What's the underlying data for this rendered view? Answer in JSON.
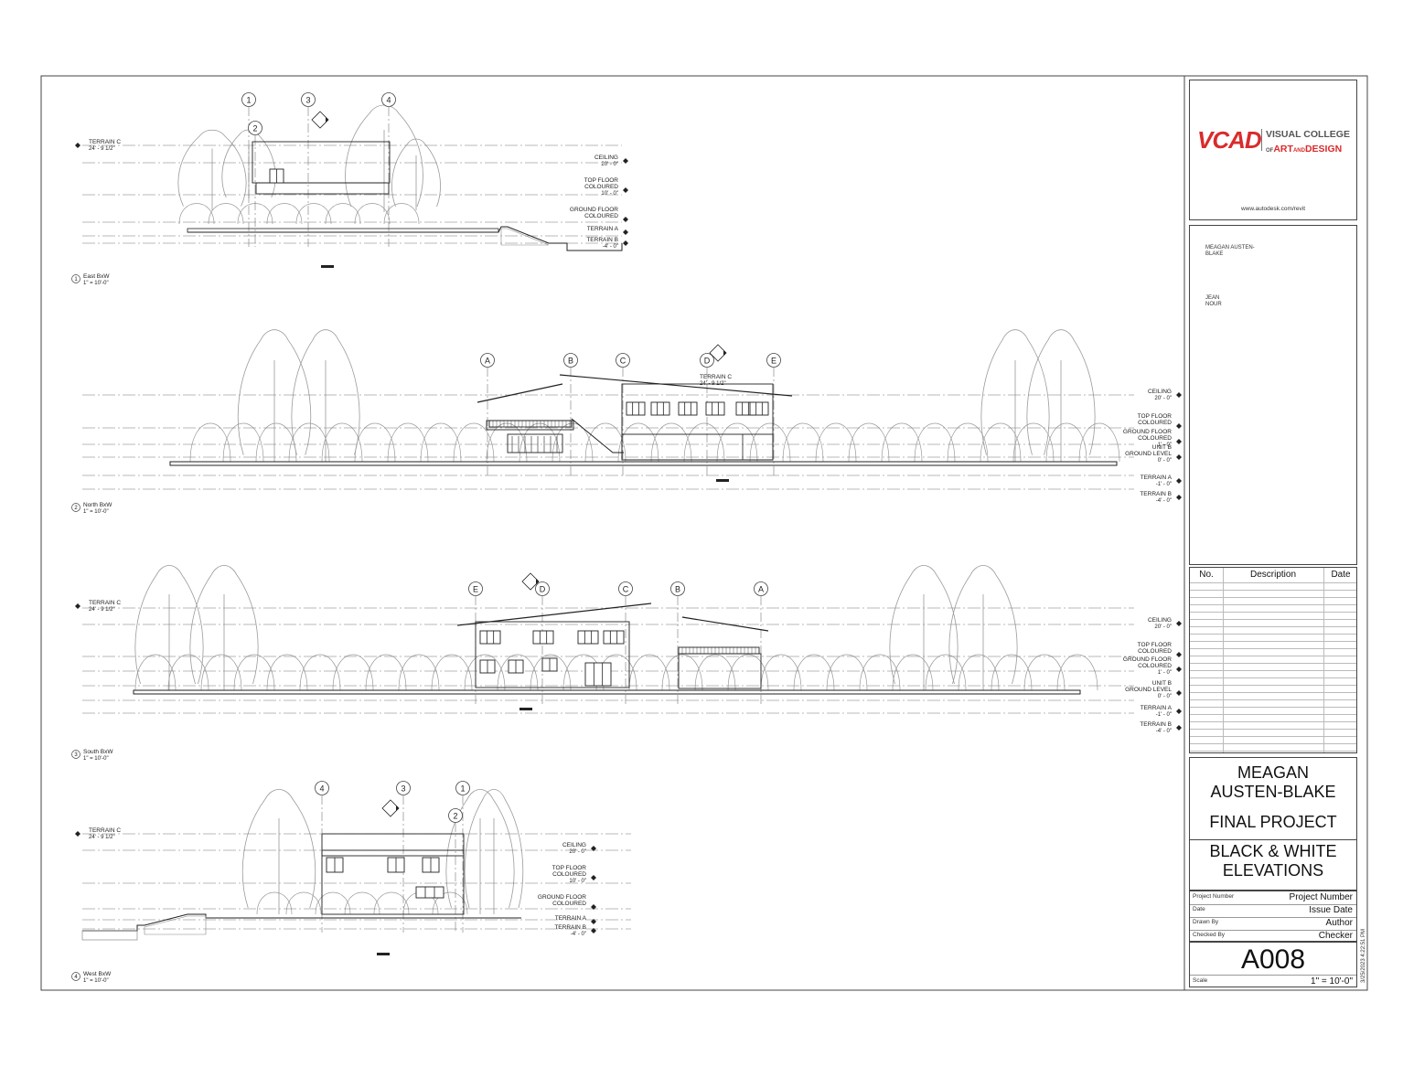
{
  "views": [
    {
      "number": "1",
      "name": "East BxW",
      "scale": "1\" = 10'-0\"",
      "grid": [
        "1",
        "2",
        "3",
        "4"
      ],
      "levels_left": [
        {
          "name": "TERRAIN C",
          "elev": "24' - 9 1/2\""
        }
      ],
      "levels_right": [
        {
          "name": "CEILING",
          "elev": "20' - 0\""
        },
        {
          "name": "TOP FLOOR COLOURED",
          "elev": "10' - 0\""
        },
        {
          "name": "GROUND FLOOR COLOURED",
          "elev": ""
        },
        {
          "name": "TERRAIN A",
          "elev": ""
        },
        {
          "name": "TERRAIN B",
          "elev": "-4' - 0\""
        }
      ]
    },
    {
      "number": "2",
      "name": "North BxW",
      "scale": "1\" = 10'-0\"",
      "grid": [
        "A",
        "B",
        "C",
        "D",
        "E"
      ],
      "levels_left": [
        {
          "name": "TERRAIN C",
          "elev": "24' - 9 1/2\""
        }
      ],
      "levels_right": [
        {
          "name": "CEILING",
          "elev": "20' - 0\""
        },
        {
          "name": "TOP FLOOR COLOURED",
          "elev": ""
        },
        {
          "name": "GROUND FLOOR COLOURED",
          "elev": "1' - 0\""
        },
        {
          "name": "UNIT B GROUND LEVEL",
          "elev": "0' - 0\""
        },
        {
          "name": "TERRAIN A",
          "elev": "-1' - 0\""
        },
        {
          "name": "TERRAIN B",
          "elev": "-4' - 0\""
        }
      ]
    },
    {
      "number": "3",
      "name": "South BxW",
      "scale": "1\" = 10'-0\"",
      "grid": [
        "E",
        "D",
        "C",
        "B",
        "A"
      ],
      "levels_left": [
        {
          "name": "TERRAIN C",
          "elev": "24' - 9 1/2\""
        }
      ],
      "levels_right": [
        {
          "name": "CEILING",
          "elev": "20' - 0\""
        },
        {
          "name": "TOP FLOOR COLOURED",
          "elev": ""
        },
        {
          "name": "GROUND FLOOR COLOURED",
          "elev": "1' - 0\""
        },
        {
          "name": "UNIT B GROUND LEVEL",
          "elev": "0' - 0\""
        },
        {
          "name": "TERRAIN A",
          "elev": "-1' - 0\""
        },
        {
          "name": "TERRAIN B",
          "elev": "-4' - 0\""
        }
      ]
    },
    {
      "number": "4",
      "name": "West BxW",
      "scale": "1\" = 10'-0\"",
      "grid": [
        "4",
        "3",
        "1",
        "2"
      ],
      "levels_left": [
        {
          "name": "TERRAIN C",
          "elev": "24' - 9 1/2\""
        }
      ],
      "levels_right": [
        {
          "name": "CEILING",
          "elev": "20' - 0\""
        },
        {
          "name": "TOP FLOOR COLOURED",
          "elev": "10' - 0\""
        },
        {
          "name": "GROUND FLOOR COLOURED",
          "elev": ""
        },
        {
          "name": "TERRAIN A",
          "elev": ""
        },
        {
          "name": "TERRAIN B",
          "elev": "-4' - 0\""
        }
      ]
    }
  ],
  "title_block": {
    "logo_mark": "VCAD",
    "logo_line1": "VISUAL COLLEGE",
    "logo_line2a": "OF",
    "logo_line2b": "ART",
    "logo_line2c": "AND",
    "logo_line2d": "DESIGN",
    "url": "www.autodesk.com/revit",
    "names": [
      "MEAGAN AUSTEN-BLAKE",
      "JEAN NOUR"
    ],
    "rev_headers": [
      "No.",
      "Description",
      "Date"
    ],
    "author_line1": "MEAGAN",
    "author_line2": "AUSTEN-BLAKE",
    "project_title": "FINAL PROJECT",
    "sheet_title_line1": "BLACK & WHITE",
    "sheet_title_line2": "ELEVATIONS",
    "fields": [
      {
        "label": "Project Number",
        "value": "Project Number"
      },
      {
        "label": "Date",
        "value": "Issue Date"
      },
      {
        "label": "Drawn By",
        "value": "Author"
      },
      {
        "label": "Checked By",
        "value": "Checker"
      }
    ],
    "sheet_number": "A008",
    "scale_label": "Scale",
    "scale_value": "1\" = 10'-0\"",
    "timestamp": "3/25/2023 4:22:51 PM"
  },
  "colors": {
    "logo_red": "#d92b2b",
    "line": "#222222",
    "tree": "#9a9a9a"
  }
}
